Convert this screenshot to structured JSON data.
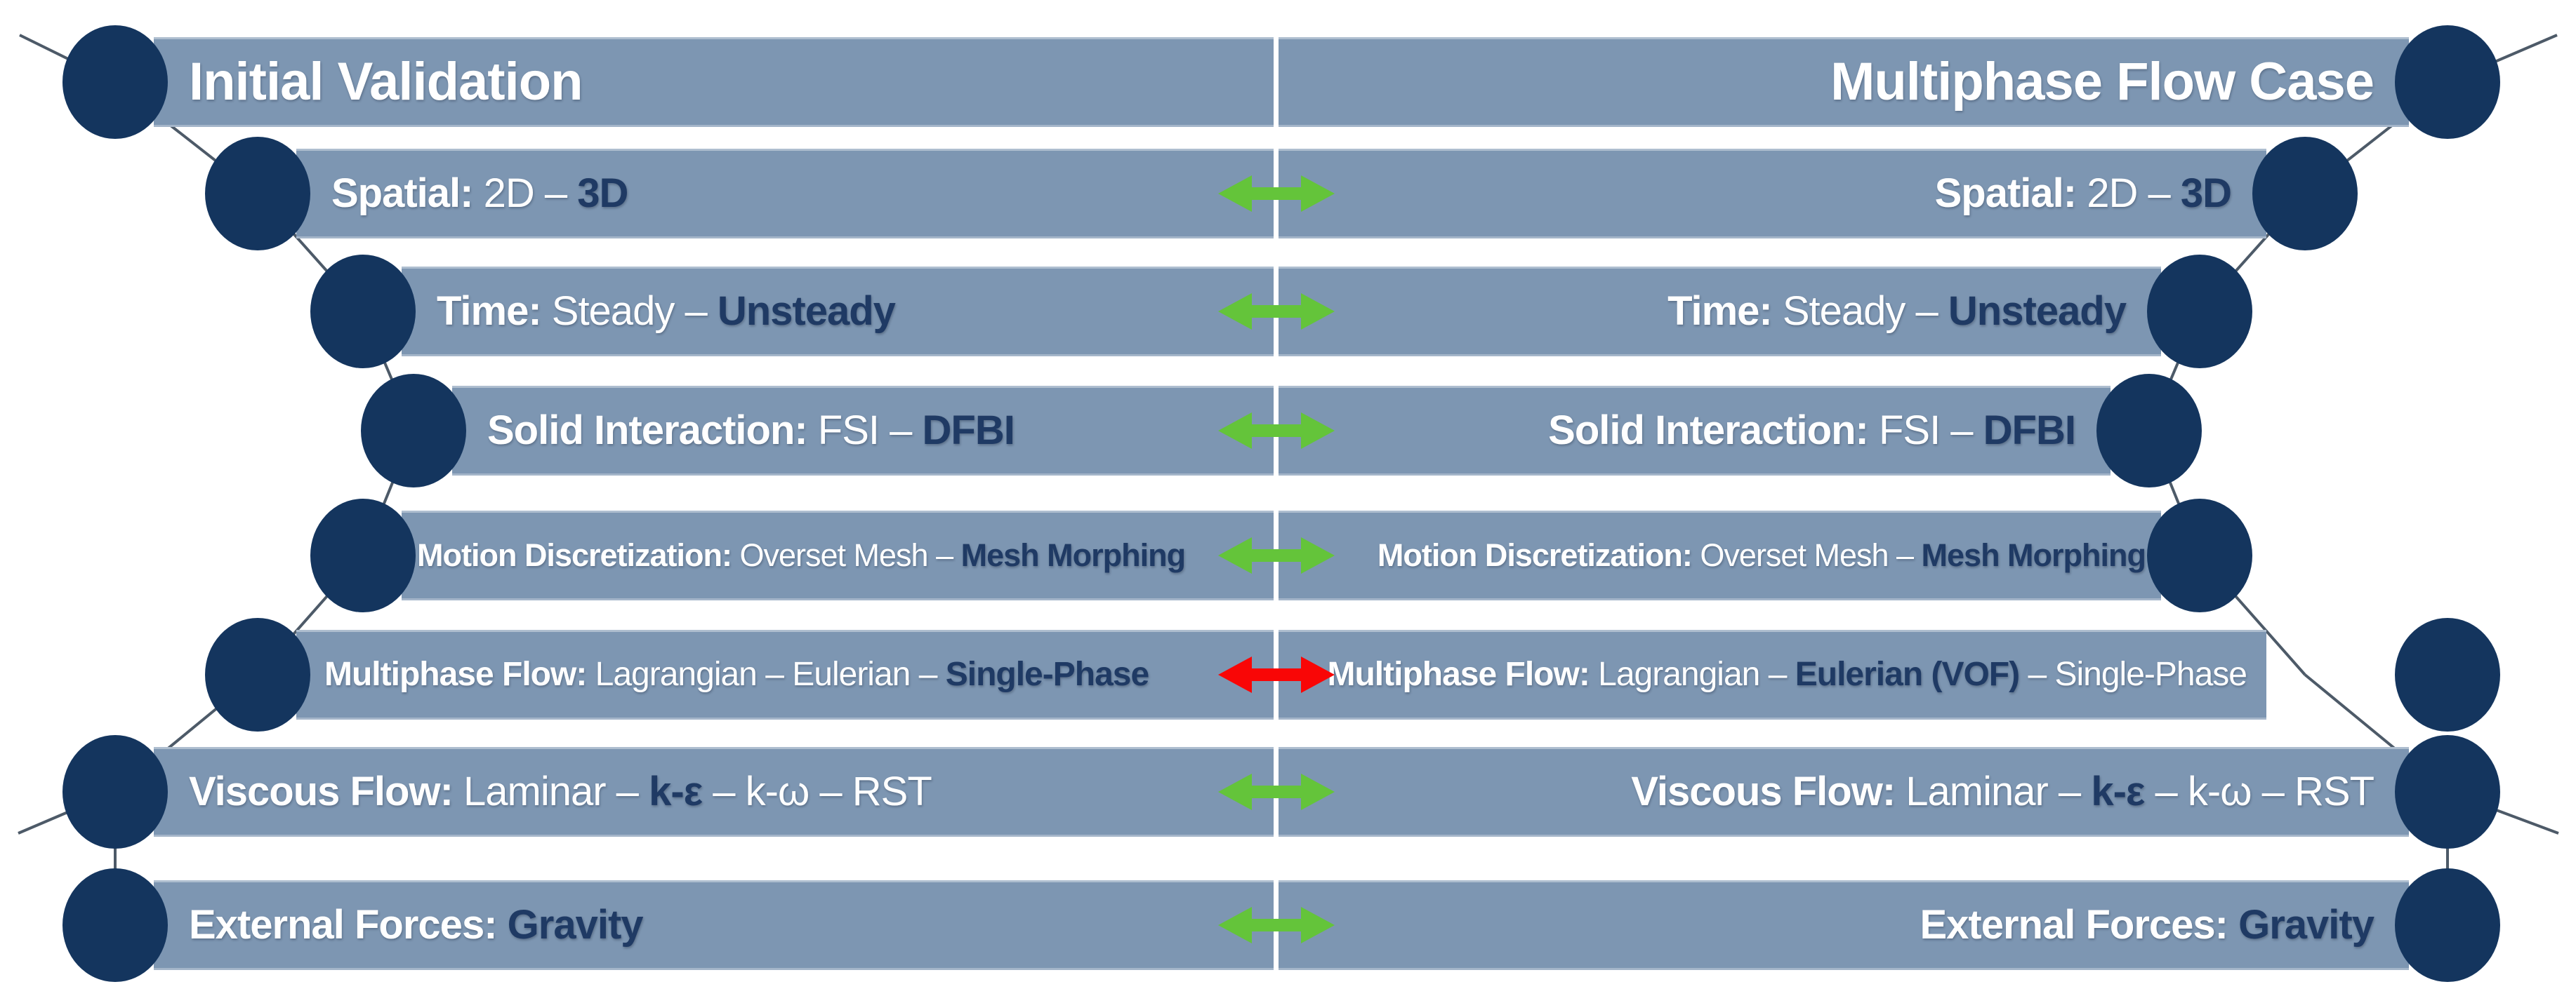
{
  "colors": {
    "background": "#ffffff",
    "bar": "#7d96b2",
    "circle": "#14355e",
    "white_text": "#ffffff",
    "navy_text": "#1f3a64",
    "green_arrow": "#64c43a",
    "red_arrow": "#f90606",
    "connector": "#4d5a68",
    "divider": "#ffffff"
  },
  "header": {
    "left_title": "Initial Validation",
    "right_title": "Multiphase Flow Case"
  },
  "rows": [
    {
      "name": "header",
      "arrow": "none",
      "left": {
        "label": "Initial Validation",
        "pre": "",
        "highlight": "",
        "post": ""
      },
      "right": {
        "label": "Multiphase Flow Case",
        "pre": "",
        "highlight": "",
        "post": ""
      }
    },
    {
      "name": "spatial",
      "arrow": "green",
      "left": {
        "label": "Spatial:",
        "pre": " 2D – ",
        "highlight": "3D",
        "post": ""
      },
      "right": {
        "label": "Spatial:",
        "pre": " 2D – ",
        "highlight": "3D",
        "post": ""
      }
    },
    {
      "name": "time",
      "arrow": "green",
      "left": {
        "label": "Time:",
        "pre": " Steady – ",
        "highlight": "Unsteady",
        "post": ""
      },
      "right": {
        "label": "Time:",
        "pre": " Steady – ",
        "highlight": "Unsteady",
        "post": ""
      }
    },
    {
      "name": "solid-interaction",
      "arrow": "green",
      "left": {
        "label": "Solid Interaction:",
        "pre": " FSI – ",
        "highlight": "DFBI",
        "post": ""
      },
      "right": {
        "label": "Solid Interaction:",
        "pre": " FSI – ",
        "highlight": "DFBI",
        "post": ""
      }
    },
    {
      "name": "motion-discretization",
      "arrow": "green",
      "left": {
        "label": "Motion Discretization:",
        "pre": " Overset Mesh – ",
        "highlight": "Mesh Morphing",
        "post": ""
      },
      "right": {
        "label": "Motion Discretization:",
        "pre": " Overset Mesh – ",
        "highlight": "Mesh Morphing",
        "post": ""
      }
    },
    {
      "name": "multiphase-flow",
      "arrow": "red",
      "left": {
        "label": "Multiphase Flow:",
        "pre": " Lagrangian – Eulerian – ",
        "highlight": "Single-Phase",
        "post": ""
      },
      "right": {
        "label": "Multiphase Flow:",
        "pre": " Lagrangian – ",
        "highlight": "Eulerian (VOF)",
        "post": " – Single-Phase"
      }
    },
    {
      "name": "viscous-flow",
      "arrow": "green",
      "left": {
        "label": "Viscous Flow:",
        "pre": " Laminar – ",
        "highlight": "k-ε",
        "post": " – k-ω – RST"
      },
      "right": {
        "label": "Viscous Flow:",
        "pre": " Laminar – ",
        "highlight": "k-ε",
        "post": " – k-ω – RST"
      }
    },
    {
      "name": "external-forces",
      "arrow": "green",
      "left": {
        "label": "External Forces:",
        "pre": " ",
        "highlight": "Gravity",
        "post": ""
      },
      "right": {
        "label": "External Forces:",
        "pre": " ",
        "highlight": "Gravity",
        "post": ""
      }
    }
  ]
}
